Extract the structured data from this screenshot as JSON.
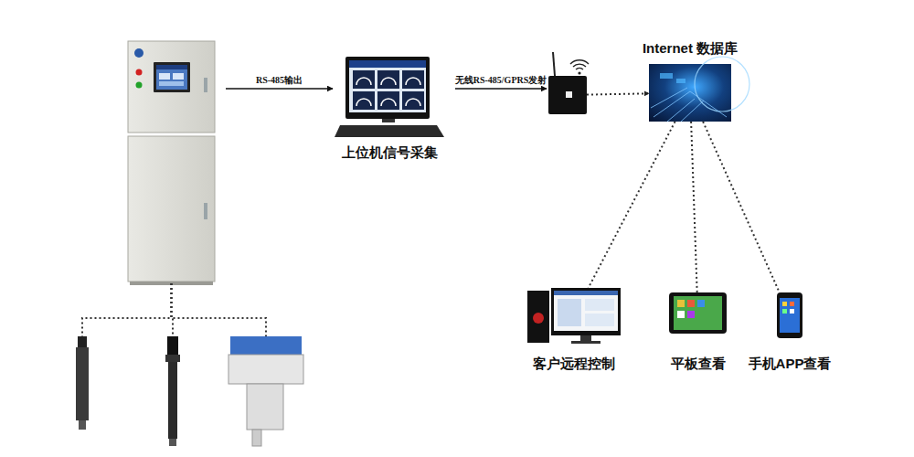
{
  "diagram": {
    "nodes": [
      {
        "text": []
      },
      {
        "text": [
          "上位机信号采集"
        ]
      },
      {
        "text": []
      },
      {
        "text": [
          "Internet 数据库"
        ]
      },
      {
        "text": []
      },
      {
        "text": []
      },
      {
        "text": []
      },
      {
        "text": [
          "客户远程控制"
        ]
      },
      {
        "text": [
          "平板查看"
        ]
      },
      {
        "text": [
          "手机APP查看"
        ]
      }
    ],
    "edges": [
      {
        "from": 0,
        "to": 1,
        "label": "RS-485输出",
        "arrow": "to"
      },
      {
        "from": 1,
        "to": 2,
        "label": "无线RS-485/GPRS发射",
        "arrow": "to"
      },
      {
        "from": 2,
        "to": 3,
        "arrow": "to"
      },
      {
        "from": 3,
        "to": 7,
        "arrow": "none"
      },
      {
        "from": 3,
        "to": 8,
        "arrow": "none"
      },
      {
        "from": 3,
        "to": 9,
        "arrow": "none"
      },
      {
        "from": 0,
        "to": 4,
        "arrow": "none"
      },
      {
        "from": 0,
        "to": 5,
        "arrow": "none"
      },
      {
        "from": 0,
        "to": 6,
        "arrow": "none"
      }
    ]
  }
}
